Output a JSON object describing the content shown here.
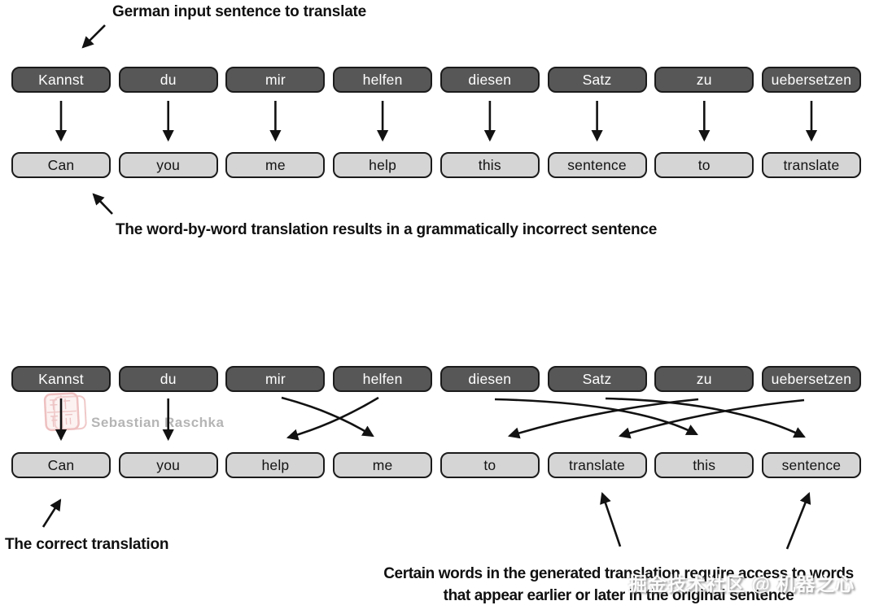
{
  "top": {
    "label_input": "German input sentence to translate",
    "german": [
      "Kannst",
      "du",
      "mir",
      "helfen",
      "diesen",
      "Satz",
      "zu",
      "uebersetzen"
    ],
    "english": [
      "Can",
      "you",
      "me",
      "help",
      "this",
      "sentence",
      "to",
      "translate"
    ],
    "note_word_by_word": "The word-by-word translation results in a grammatically incorrect sentence"
  },
  "bottom": {
    "german": [
      "Kannst",
      "du",
      "mir",
      "helfen",
      "diesen",
      "Satz",
      "zu",
      "uebersetzen"
    ],
    "english": [
      "Can",
      "you",
      "help",
      "me",
      "to",
      "translate",
      "this",
      "sentence"
    ],
    "note_correct": "The correct translation",
    "note_reorder_line1": "Certain words in the generated translation require access to words",
    "note_reorder_line2": "that appear earlier or later in the original sentence"
  },
  "watermarks": {
    "author": "Sebastian Raschka",
    "site": "掘金技术社区 @ 机器之心"
  },
  "colors": {
    "box_dark": "#575757",
    "box_light": "#d5d5d5",
    "box_border": "#1b1b1b",
    "arrow": "#121212",
    "seal_pink": "#eec0c0",
    "author_gray": "#b5b5b5"
  }
}
